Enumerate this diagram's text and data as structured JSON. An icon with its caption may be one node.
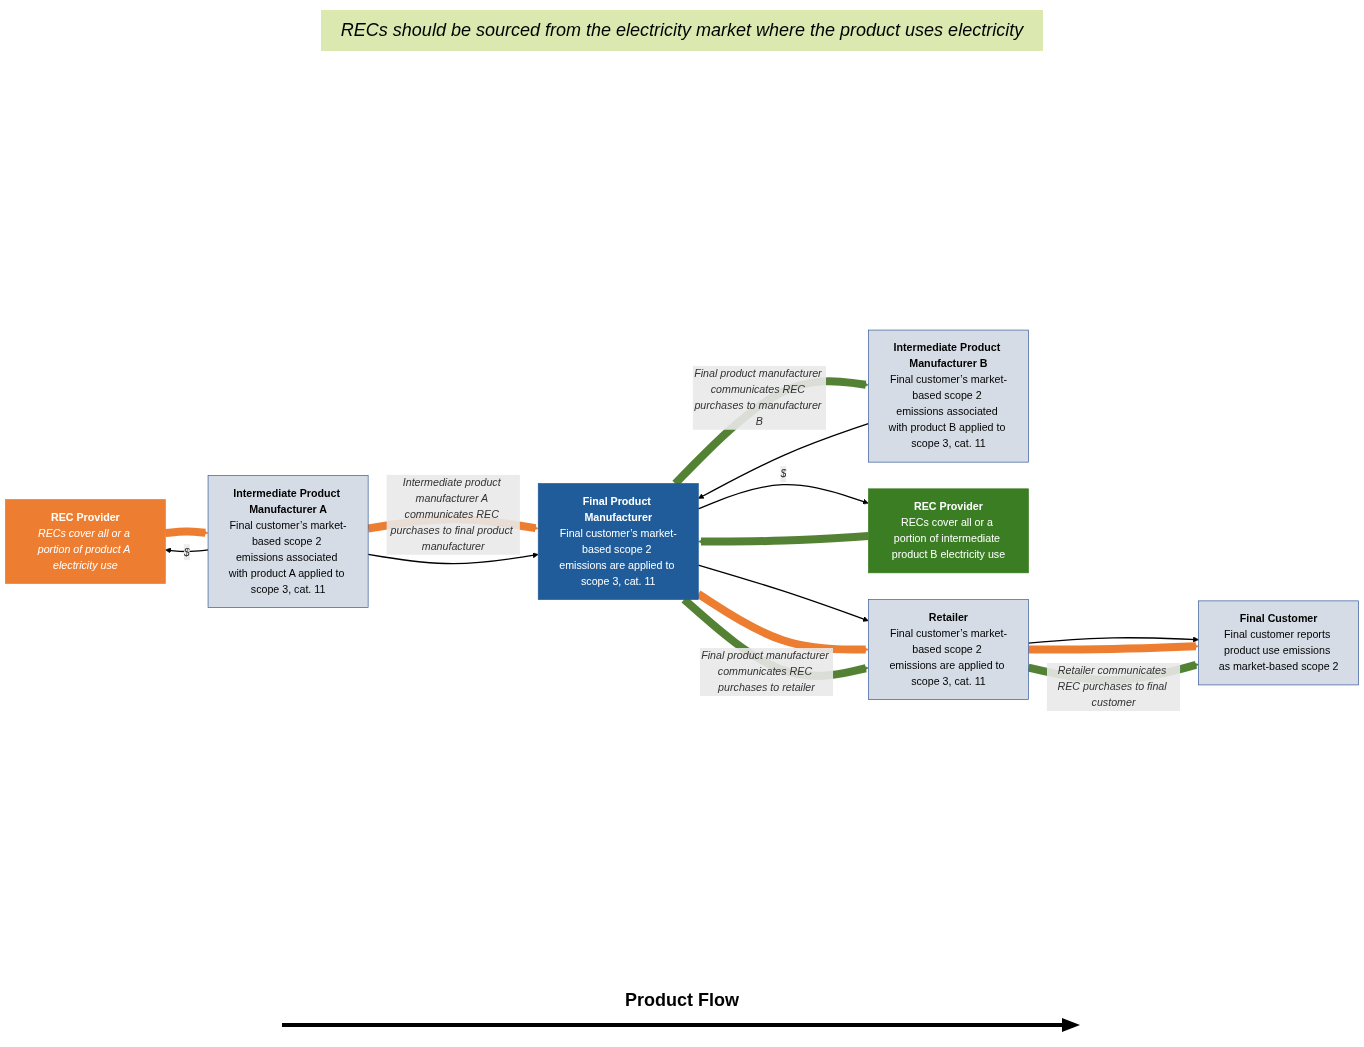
{
  "diagram": {
    "nodes": [
      {
        "text": [
          "REC Provider",
          "RECs cover all or a portion of product A electricity use"
        ]
      },
      {
        "text": [
          "Intermediate Product Manufacturer A",
          "Final customer’s market-based scope 2 emissions associated with product A applied to scope 3, cat. 11"
        ]
      },
      {
        "text": [
          "Intermediate Product Manufacturer B",
          "Final customer’s market-based scope 2 emissions associated with product B applied to scope 3, cat. 11"
        ]
      },
      {
        "text": [
          "Final Product Manufacturer",
          "Final customer’s market-based scope 2 emissions are applied to scope 3, cat. 11"
        ]
      },
      {
        "text": [
          "REC Provider",
          "RECs cover all or a portion of intermediate product B electricity use"
        ]
      },
      {
        "text": [
          "Retailer",
          "Final customer’s market-based scope 2 emissions are applied to scope 3, cat. 11"
        ]
      },
      {
        "text": [
          "Final Customer",
          "Final customer reports product use emissions as market-based scope 2"
        ]
      }
    ],
    "edges": [
      {
        "from": 0,
        "to": 1,
        "arrow": "to",
        "color": "#ed7d31"
      },
      {
        "from": 1,
        "to": 0,
        "arrow": "to",
        "label": "$"
      },
      {
        "from": 1,
        "to": 3,
        "arrow": "to",
        "color": "#ed7d31",
        "label": "Intermediate product manufacturer A communicates REC purchases to final product manufacturer"
      },
      {
        "from": 1,
        "to": 3,
        "arrow": "to"
      },
      {
        "from": 2,
        "to": 3,
        "arrow": "to"
      },
      {
        "from": 4,
        "to": 3,
        "arrow": "to",
        "color": "#548235"
      },
      {
        "from": 3,
        "to": 4,
        "arrow": "to",
        "label": "$"
      },
      {
        "from": 3,
        "to": 2,
        "arrow": "to",
        "color": "#548235",
        "label": "Final product manufacturer communicates REC purchases to manufacturer B"
      },
      {
        "from": 3,
        "to": 5,
        "arrow": "to"
      },
      {
        "from": 3,
        "to": 5,
        "arrow": "to",
        "color": "#ed7d31"
      },
      {
        "from": 3,
        "to": 5,
        "arrow": "to",
        "color": "#548235",
        "label": "Final product manufacturer communicates REC purchases to retailer"
      },
      {
        "from": 5,
        "to": 6,
        "arrow": "to"
      },
      {
        "from": 5,
        "to": 6,
        "arrow": "to",
        "color": "#ed7d31"
      },
      {
        "from": 5,
        "to": 6,
        "arrow": "to",
        "color": "#548235",
        "label": "Retailer communicates REC purchases to final customer"
      }
    ],
    "labels": [
      "RECs should be sourced from the electricity market where the product uses electricity",
      "Product Flow"
    ]
  }
}
